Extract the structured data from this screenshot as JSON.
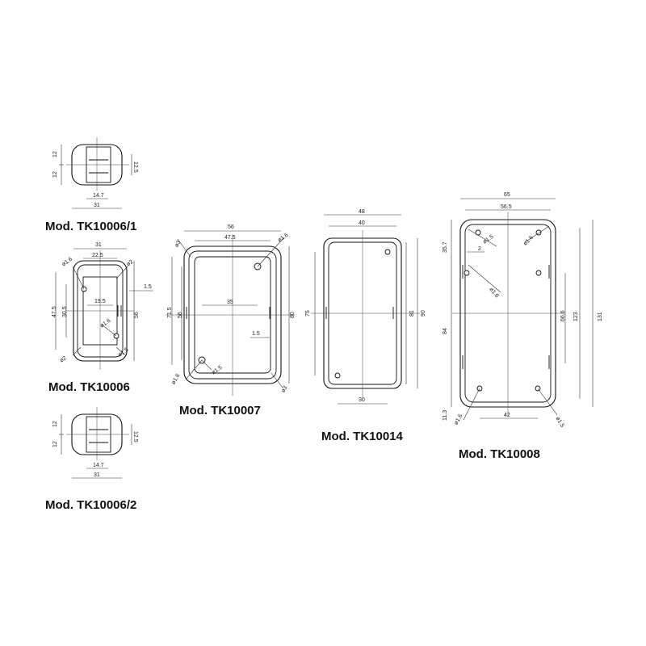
{
  "models": [
    {
      "id": "tk10006_1",
      "title": "Mod. TK10006/1",
      "dims": [
        "12",
        "12",
        "12.5",
        "14.7",
        "31"
      ]
    },
    {
      "id": "tk10006",
      "title": "Mod. TK10006",
      "dims": [
        "31",
        "22.5",
        "ø1.6",
        "ø2",
        "1.5",
        "47.5",
        "30.5",
        "19.5",
        "56",
        "ø1.6",
        "ø1.5",
        "ø2"
      ]
    },
    {
      "id": "tk10006_2",
      "title": "Mod. TK10006/2",
      "dims": [
        "12",
        "12",
        "12.5",
        "14.7",
        "31"
      ]
    },
    {
      "id": "tk10007",
      "title": "Mod. TK10007",
      "dims": [
        "56",
        "47.5",
        "ø3",
        "ø1.6",
        "71.5",
        "56",
        "35",
        "1.5",
        "80",
        "ø1.6",
        "ø1.5",
        "ø3"
      ]
    },
    {
      "id": "tk10014",
      "title": "Mod. TK10014",
      "dims": [
        "48",
        "40",
        "75",
        "81",
        "90",
        "30"
      ]
    },
    {
      "id": "tk10008",
      "title": "Mod. TK10008",
      "dims": [
        "65",
        "56.5",
        "35.7",
        "ø1.5",
        "ø1.6",
        "2",
        "ø1.6",
        "66.6",
        "123",
        "131",
        "84",
        "11.3",
        "ø1.6",
        "42",
        "ø1.5"
      ]
    }
  ]
}
